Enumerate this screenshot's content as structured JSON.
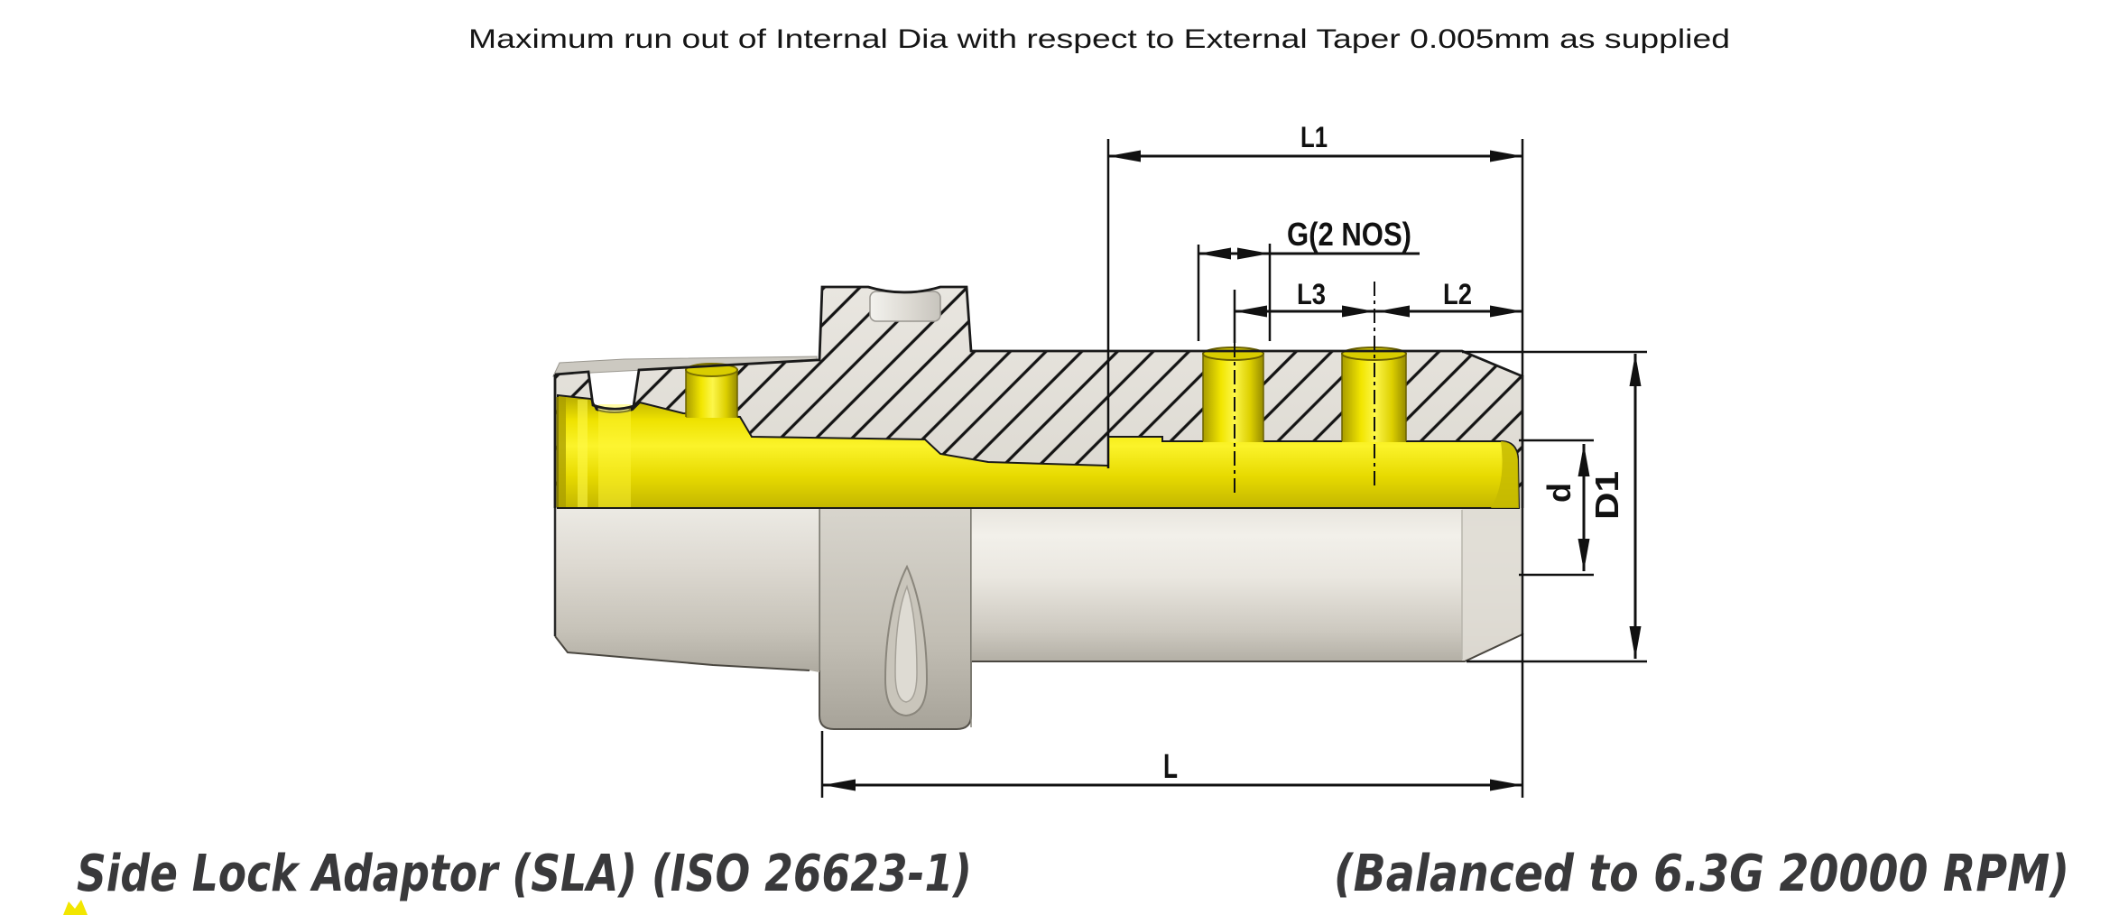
{
  "note": "Maximum run out of Internal Dia with respect to External Taper 0.005mm as supplied",
  "dimensions": {
    "l1": "L1",
    "g": "G(2 NOS)",
    "l3": "L3",
    "l2": "L2",
    "d_small": "d",
    "d1": "D1",
    "l": "L"
  },
  "footer": {
    "title": "Side Lock Adaptor (SLA) (ISO 26623-1)",
    "balance": "(Balanced to 6.3G 20000 RPM)"
  },
  "colors": {
    "highlight_yellow": "#f2e600",
    "steel_grey": "#d8d5cd",
    "hatch_line": "#141414",
    "dimension_line": "#111111",
    "footer_text": "#39393b"
  }
}
